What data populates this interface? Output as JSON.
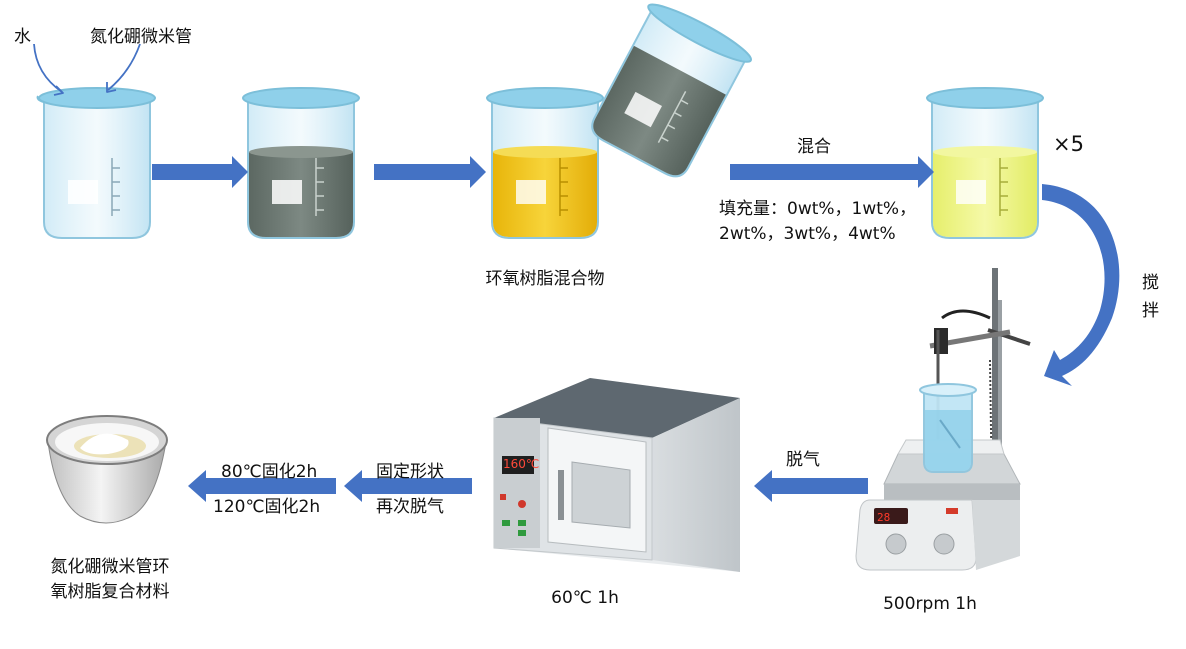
{
  "labels": {
    "water": "水",
    "bn_microtube": "氮化硼微米管",
    "epoxy_mixture": "环氧树脂混合物",
    "mix": "混合",
    "fill_line1": "填充量：0wt%，1wt%，",
    "fill_line2": "2wt%，3wt%，4wt%",
    "times5": "×5",
    "stir_1": "搅",
    "stir_2": "拌",
    "degas": "脱气",
    "stirrer_condition": "500rpm  1h",
    "fix_shape": "固定形状",
    "degas_again": "再次脱气",
    "oven_condition": "60℃  1h",
    "oven_display": "160℃",
    "cure_80": "80℃固化2h",
    "cure_120": "120℃固化2h",
    "product_line1": "氮化硼微米管环",
    "product_line2": "氧树脂复合材料"
  },
  "colors": {
    "arrow": "#4472c4",
    "water": "#9fd5ec",
    "gray_liquid": "#6e7a73",
    "yellow_resin": "#f2c515",
    "pale_yellow": "#eff58a"
  }
}
